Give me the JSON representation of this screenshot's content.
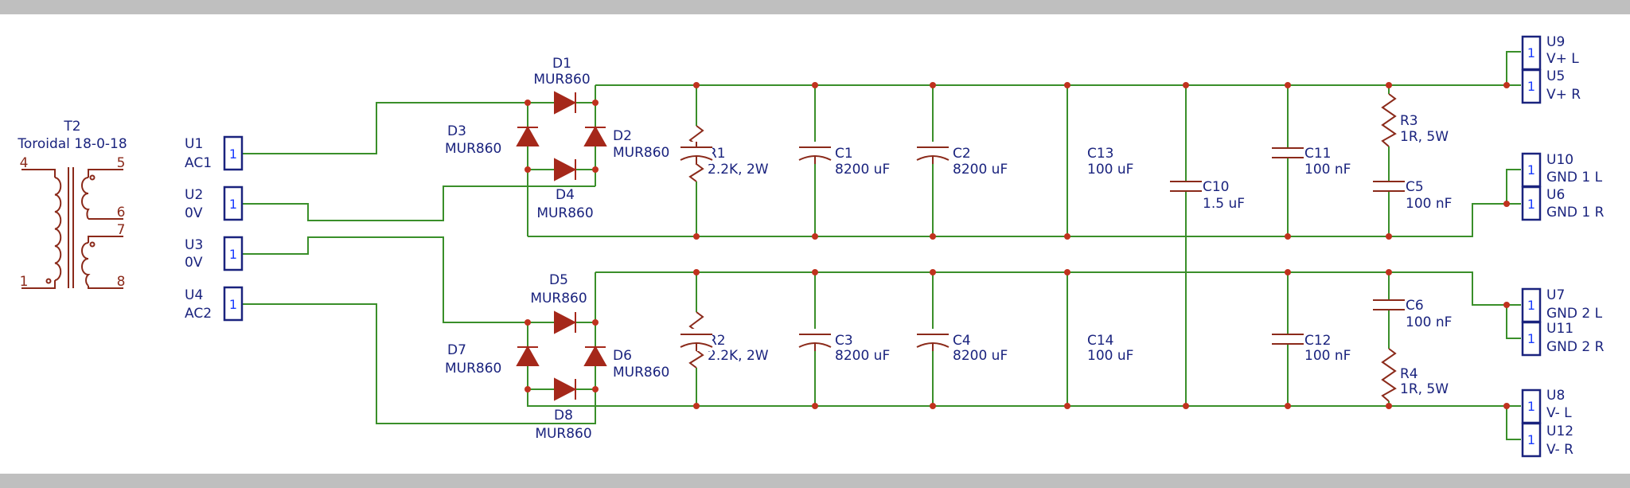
{
  "transformer": {
    "ref": "T2",
    "value": "Toroidal 18-0-18",
    "pins": [
      "4",
      "5",
      "6",
      "7",
      "1",
      "8"
    ]
  },
  "connectors": [
    {
      "ref": "U1",
      "value": "AC1",
      "pin": "1"
    },
    {
      "ref": "U2",
      "value": "0V",
      "pin": "1"
    },
    {
      "ref": "U3",
      "value": "0V",
      "pin": "1"
    },
    {
      "ref": "U4",
      "value": "AC2",
      "pin": "1"
    },
    {
      "ref": "U9",
      "value": "V+ L",
      "pin": "1"
    },
    {
      "ref": "U5",
      "value": "V+ R",
      "pin": "1"
    },
    {
      "ref": "U10",
      "value": "GND 1 L",
      "pin": "1"
    },
    {
      "ref": "U6",
      "value": "GND 1 R",
      "pin": "1"
    },
    {
      "ref": "U7",
      "value": "GND 2 L",
      "pin": "1"
    },
    {
      "ref": "U11",
      "value": "GND 2 R",
      "pin": "1"
    },
    {
      "ref": "U8",
      "value": "V- L",
      "pin": "1"
    },
    {
      "ref": "U12",
      "value": "V- R",
      "pin": "1"
    }
  ],
  "diodes": [
    {
      "ref": "D1",
      "value": "MUR860"
    },
    {
      "ref": "D2",
      "value": "MUR860"
    },
    {
      "ref": "D3",
      "value": "MUR860"
    },
    {
      "ref": "D4",
      "value": "MUR860"
    },
    {
      "ref": "D5",
      "value": "MUR860"
    },
    {
      "ref": "D6",
      "value": "MUR860"
    },
    {
      "ref": "D7",
      "value": "MUR860"
    },
    {
      "ref": "D8",
      "value": "MUR860"
    }
  ],
  "resistors": [
    {
      "ref": "R1",
      "value": "2.2K, 2W"
    },
    {
      "ref": "R2",
      "value": "2.2K, 2W"
    },
    {
      "ref": "R3",
      "value": "1R, 5W"
    },
    {
      "ref": "R4",
      "value": "1R, 5W"
    }
  ],
  "capacitors": [
    {
      "ref": "C1",
      "value": "8200 uF"
    },
    {
      "ref": "C2",
      "value": "8200 uF"
    },
    {
      "ref": "C13",
      "value": "100 uF"
    },
    {
      "ref": "C10",
      "value": "1.5 uF"
    },
    {
      "ref": "C11",
      "value": "100 nF"
    },
    {
      "ref": "C5",
      "value": "100 nF"
    },
    {
      "ref": "C3",
      "value": "8200 uF"
    },
    {
      "ref": "C4",
      "value": "8200 uF"
    },
    {
      "ref": "C14",
      "value": "100 uF"
    },
    {
      "ref": "C12",
      "value": "100 nF"
    },
    {
      "ref": "C6",
      "value": "100 nF"
    }
  ],
  "colors": {
    "wire": "#3a8f2a",
    "component": "#8b2a1a",
    "junction": "#c0321e",
    "text": "#1a237e",
    "pin_number": "#1a3cff",
    "border_bar": "#bfbfbf"
  }
}
